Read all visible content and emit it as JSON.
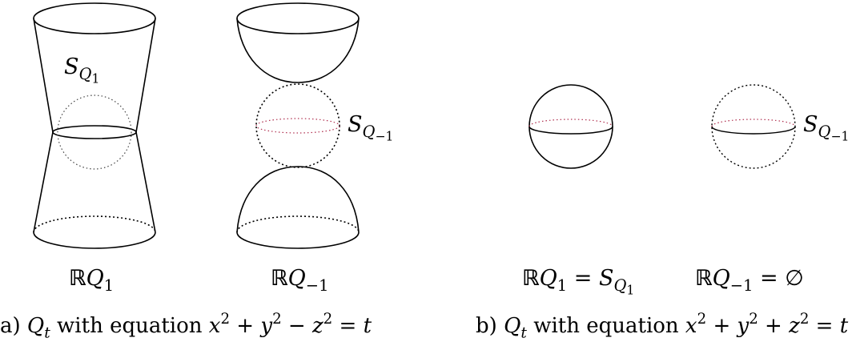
{
  "figure_a": {
    "surface_label_1": {
      "main": "S",
      "sub": "Q",
      "subsub": "1"
    },
    "surface_label_2": {
      "main": "S",
      "sub": "Q",
      "subsub": "−1"
    },
    "caption_left": {
      "bb": "ℝ",
      "main": "Q",
      "sub": "1"
    },
    "caption_right": {
      "bb": "ℝ",
      "main": "Q",
      "sub": "−1"
    },
    "caption": {
      "prefix": "a)",
      "Q": "Q",
      "sub_t": "t",
      "text": "with equation",
      "equation": "x² + y² − z² = t",
      "x": "x",
      "y": "y",
      "z": "z",
      "t": "t",
      "exp": "2",
      "plus": "+",
      "minus": "−",
      "eq": "="
    }
  },
  "figure_b": {
    "surface_label": {
      "main": "S",
      "sub": "Q",
      "subsub": "−1"
    },
    "caption_left": {
      "bb": "ℝ",
      "main": "Q",
      "sub": "1",
      "eq": "=",
      "rhs_main": "S",
      "rhs_sub": "Q",
      "rhs_subsub": "1"
    },
    "caption_right": {
      "bb": "ℝ",
      "main": "Q",
      "sub": "−1",
      "eq": "=",
      "rhs": "∅"
    },
    "caption": {
      "prefix": "b)",
      "Q": "Q",
      "sub_t": "t",
      "text": "with equation",
      "equation": "x² + y² + z² = t",
      "x": "x",
      "y": "y",
      "z": "z",
      "t": "t",
      "exp": "2",
      "plus": "+",
      "eq": "="
    }
  },
  "colors": {
    "stroke": "#000000",
    "equator_dotted": "#b03050"
  }
}
